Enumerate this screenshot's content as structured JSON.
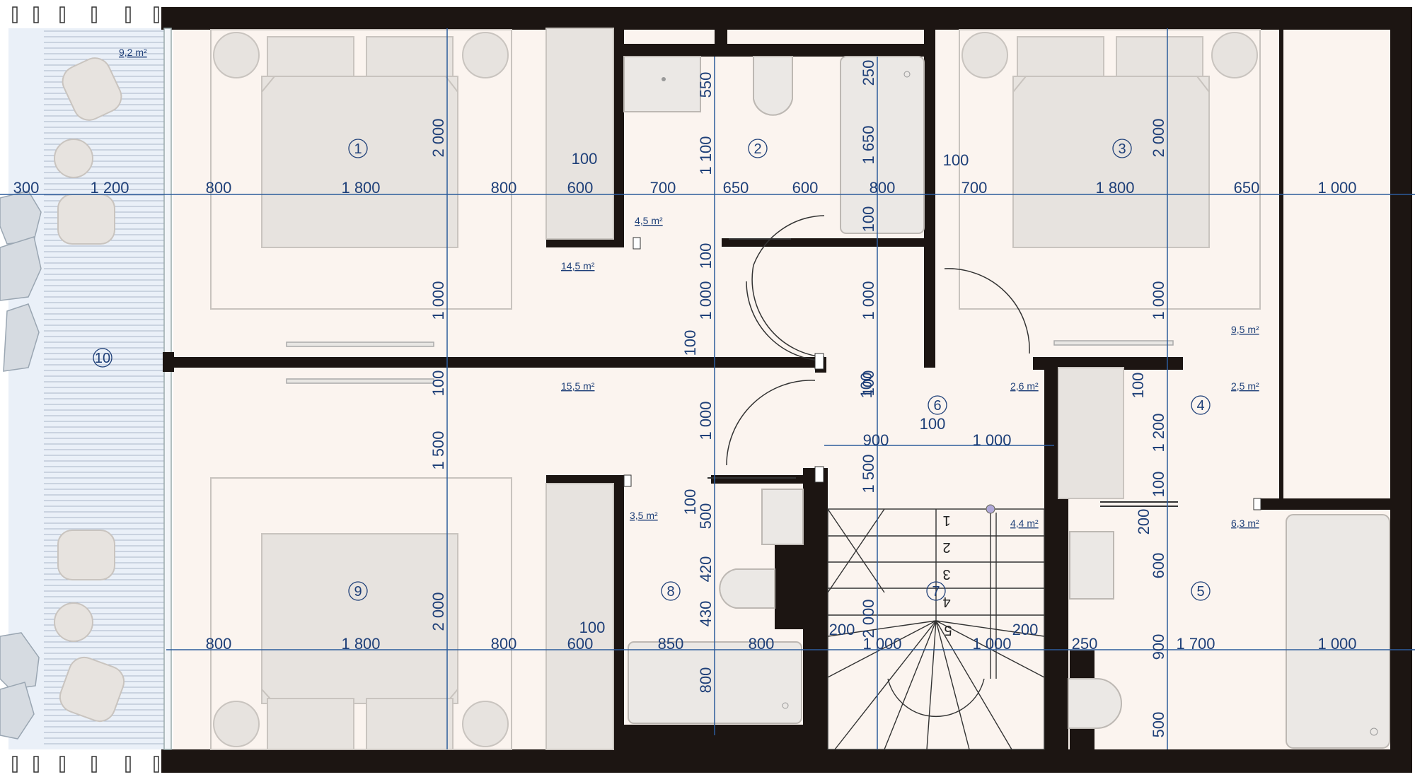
{
  "colors": {
    "wall": "#1c1512",
    "floor": "#fbf4ef",
    "terrace": "#eaf0f8",
    "furniture": "#e7e3df",
    "dimension_text": "#1e3f78",
    "dimension_line": "#2c5c9c"
  },
  "rooms": [
    {
      "num": "1",
      "area": "14,5 m²"
    },
    {
      "num": "2",
      "area": "4,5 m²"
    },
    {
      "num": "3",
      "area": "9,5 m²"
    },
    {
      "num": "4",
      "area": "2,5 m²"
    },
    {
      "num": "5",
      "area": "6,3 m²"
    },
    {
      "num": "6",
      "area": "2,6 m²"
    },
    {
      "num": "7",
      "area": "4,4 m²"
    },
    {
      "num": "8",
      "area": "3,5 m²"
    },
    {
      "num": "9",
      "area": "15,5 m²"
    },
    {
      "num": "10",
      "area": "9,2 m²"
    }
  ],
  "dims_top": [
    "300",
    "1 200",
    "800",
    "1 800",
    "800",
    "600",
    "700",
    "650",
    "600",
    "800",
    "700",
    "1 800",
    "650",
    "1 000"
  ],
  "dims_bottom": [
    "800",
    "1 800",
    "800",
    "600",
    "850",
    "800",
    "200",
    "1 000",
    "1 000",
    "200",
    "250",
    "1 700",
    "1 000"
  ],
  "dims_vertical_left": [
    "2 000",
    "1 000",
    "100",
    "1 500",
    "2 000"
  ],
  "dims_vertical_mid": [
    "550",
    "1 100",
    "100",
    "1 000",
    "100",
    "1 000",
    "100",
    "500",
    "420",
    "430",
    "800"
  ],
  "dims_vertical_center": [
    "250",
    "1 650",
    "100",
    "1 000",
    "100",
    "1 500",
    "2 000"
  ],
  "dims_vertical_right": [
    "2 000",
    "1 000",
    "100",
    "1 200",
    "100",
    "200",
    "600",
    "900",
    "500"
  ],
  "dims_misc": [
    "100",
    "100",
    "100",
    "900",
    "100",
    "1 000",
    "100"
  ],
  "stairs": [
    "1",
    "2",
    "3",
    "4",
    "5"
  ]
}
